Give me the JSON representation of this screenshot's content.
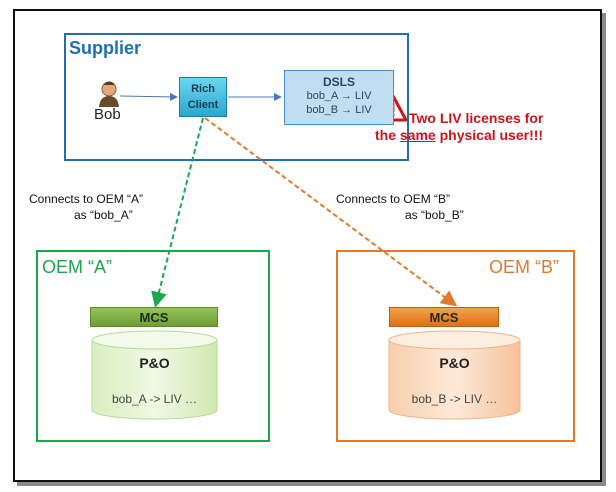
{
  "supplier": {
    "title": "Supplier",
    "user_label": "Bob",
    "rich_client_line1": "Rich",
    "rich_client_line2": "Client",
    "dsls_title": "DSLS",
    "dsls_line1": "bob_A → LIV",
    "dsls_line2": "bob_B → LIV"
  },
  "warning": {
    "line1": "Two LIV licenses for",
    "line2_pre": "the ",
    "line2_underlined": "same",
    "line2_post": " physical user!!!",
    "color": "#d0121b"
  },
  "connections": {
    "a_line1": "Connects to OEM “A”",
    "a_line2": "as “bob_A”",
    "b_line1": "Connects to OEM “B”",
    "b_line2": "as “bob_B”"
  },
  "oem_a": {
    "title": "OEM “A”",
    "mcs_label": "MCS",
    "db_title": "P&O",
    "db_data": "bob_A -> LIV …",
    "color": "#1aa84a"
  },
  "oem_b": {
    "title": "OEM “B”",
    "mcs_label": "MCS",
    "db_title": "P&O",
    "db_data": "bob_B -> LIV …",
    "color": "#e07a2a"
  },
  "icons": {
    "user": "user-icon",
    "warning": "warning-triangle-icon",
    "database": "database-cylinder-icon"
  }
}
